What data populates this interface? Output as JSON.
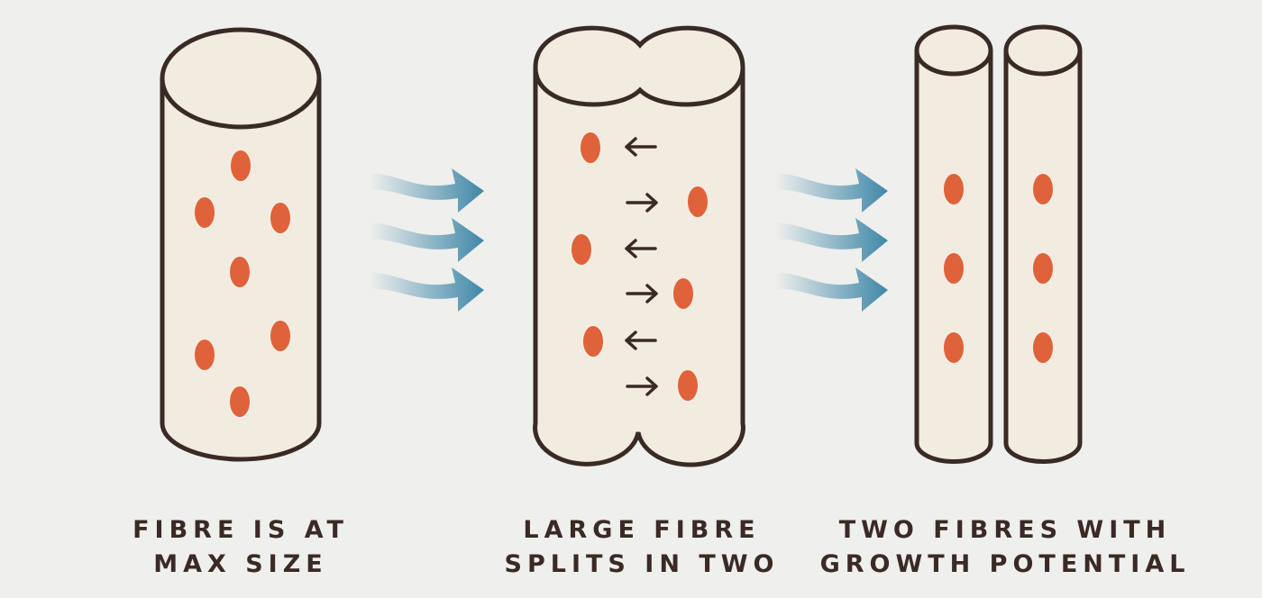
{
  "colors": {
    "background": "#efefed",
    "fibre_fill": "#f2ece0",
    "outline": "#3a2a25",
    "nucleus": "#e0623a",
    "arrow_blue": "#3f87a8",
    "text": "#3a2a25"
  },
  "captions": [
    {
      "line1": "FIBRE IS AT",
      "line2": "MAX SIZE"
    },
    {
      "line1": "LARGE FIBRE",
      "line2": "SPLITS IN TWO"
    },
    {
      "line1": "TWO FIBRES WITH",
      "line2": "GROWTH POTENTIAL"
    }
  ],
  "icons": {
    "flow_arrows": "blue-wavy-arrow-icon",
    "split_direction": "black-arrow-icon"
  }
}
